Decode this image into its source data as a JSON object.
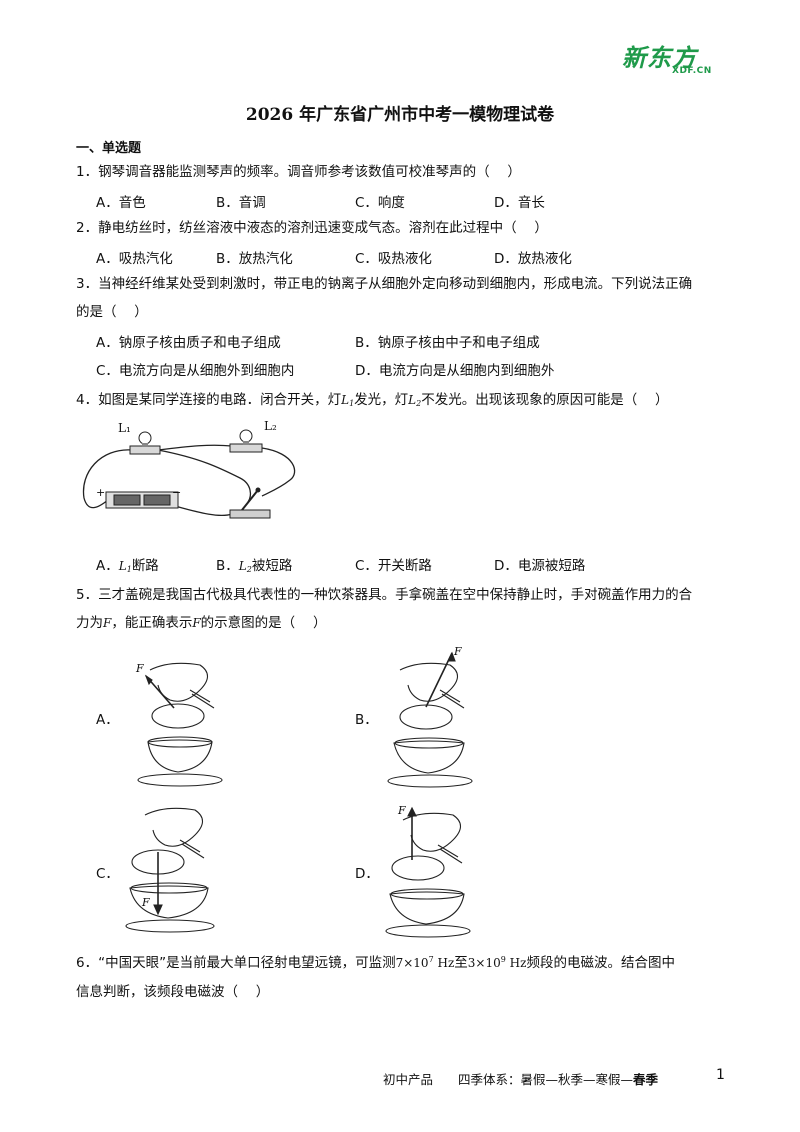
{
  "header": {
    "logo_main": "新东方",
    "logo_sub": "XDF.CN"
  },
  "title": "2026 年广东省广州市中考一模物理试卷",
  "section": "一、单选题",
  "questions": [
    {
      "num": "1．",
      "text": "钢琴调音器能监测琴声的频率。调音师参考该数值可校准琴声的（　 ）",
      "options": [
        "A．音色",
        "B．音调",
        "C．响度",
        "D．音长"
      ]
    },
    {
      "num": "2．",
      "text": "静电纺丝时，纺丝溶液中液态的溶剂迅速变成气态。溶剂在此过程中（　 ）",
      "options": [
        "A．吸热汽化",
        "B．放热汽化",
        "C．吸热液化",
        "D．放热液化"
      ]
    },
    {
      "num": "3．",
      "text": "当神经纤维某处受到刺激时，带正电的钠离子从细胞外定向移动到细胞内，形成电流。下列说法正确",
      "text2": "的是（　 ）",
      "options": [
        "A．钠原子核由质子和电子组成",
        "B．钠原子核由中子和电子组成",
        "C．电流方向是从细胞外到细胞内",
        "D．电流方向是从细胞内到细胞外"
      ]
    },
    {
      "num": "4．",
      "text_a": "如图是某同学连接的电路．闭合开关，灯",
      "l1": "L",
      "l1_sub": "1",
      "text_b": "发光，灯",
      "l2": "L",
      "l2_sub": "2",
      "text_c": "不发光。出现该现象的原因可能是（　 ）",
      "circuit_labels": [
        "L₁",
        "L₂",
        "+",
        "−"
      ],
      "options": [
        {
          "prefix": "A．",
          "sym": "L",
          "sub": "1",
          "suffix": "断路"
        },
        {
          "prefix": "B．",
          "sym": "L",
          "sub": "2",
          "suffix": "被短路"
        },
        {
          "text": "C．开关断路"
        },
        {
          "text": "D．电源被短路"
        }
      ]
    },
    {
      "num": "5．",
      "text": "三才盖碗是我国古代极具代表性的一种饮茶器具。手拿碗盖在空中保持静止时，手对碗盖作用力的合",
      "text2_a": "力为",
      "force": "F",
      "text2_b": "，能正确表示",
      "text2_c": "的示意图的是（　 ）",
      "options": [
        "A．",
        "B．",
        "C．",
        "D．"
      ]
    },
    {
      "num": "6．",
      "text_a": "“中国天眼”是当前最大单口径射电望远镜，可监测",
      "f1": "7×10",
      "f1_exp": "7",
      "unit": "Hz",
      "text_b": "至",
      "f2": "3×10",
      "f2_exp": "9",
      "text_c": "频段的电磁波。结合图中",
      "text2": "信息判断，该频段电磁波（　 ）"
    }
  ],
  "footer": {
    "product": "初中产品",
    "system": "四季体系：暑假—秋季—寒假—",
    "season": "春季",
    "page": "1"
  }
}
